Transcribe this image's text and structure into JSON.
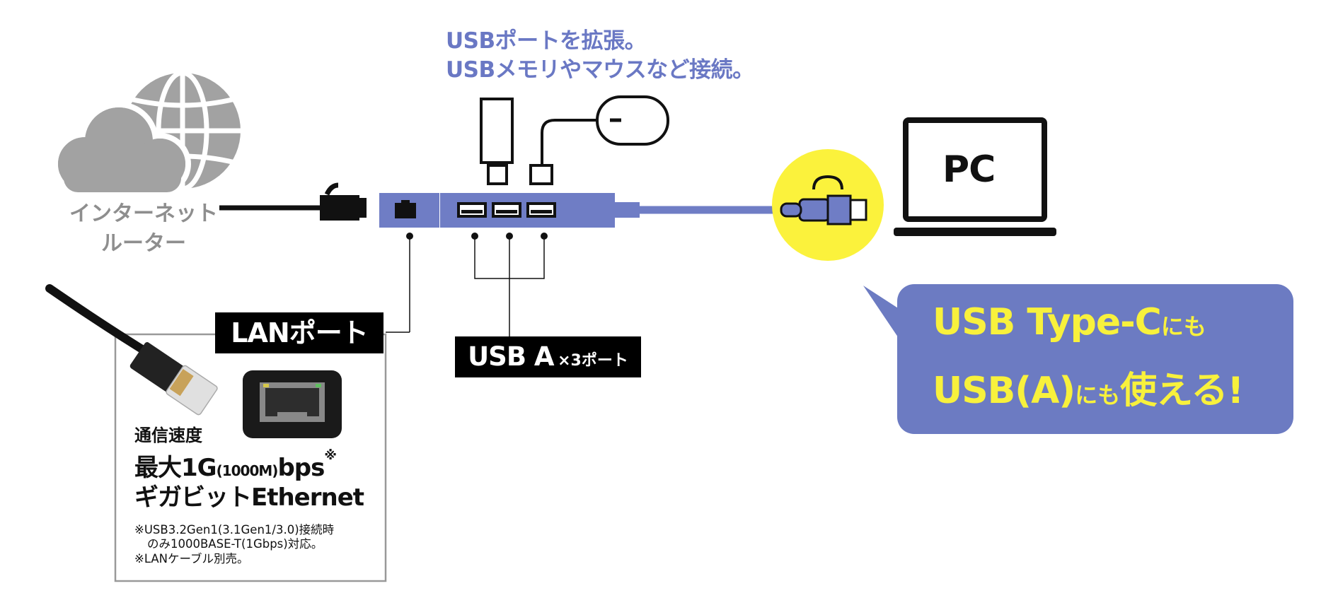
{
  "caption": {
    "line1": "USBポートを拡張。",
    "line2": "USBメモリやマウスなど接続。"
  },
  "router": {
    "line1": "インターネット",
    "line2": "ルーター"
  },
  "pc": {
    "label": "PC"
  },
  "lan_port": {
    "label": "LANポート"
  },
  "usb_a": {
    "label_main": "USB A",
    "label_sub": "×3ポート"
  },
  "speed": {
    "title": "通信速度",
    "main": "最大1G",
    "paren": "(1000M)",
    "unit": "bps",
    "mark": "※",
    "ethernet": "ギガビットEthernet"
  },
  "notes": {
    "n1": "※USB3.2Gen1(3.1Gen1/3.0)接続時",
    "n2": "のみ1000BASE-T(1Gbps)対応。",
    "n3": "※LANケーブル別売。"
  },
  "bubble": {
    "line1_big": "USB Type-C",
    "line1_small": "にも",
    "line2_big": "USB(A)",
    "line2_small": "にも",
    "line2_end": "使える!"
  },
  "colors": {
    "hub": "#6f7dc5",
    "bubble": "#6c7bc2",
    "highlight": "#fbf23c",
    "caption": "#6a78c4",
    "yellow_text": "#f8f13c"
  }
}
